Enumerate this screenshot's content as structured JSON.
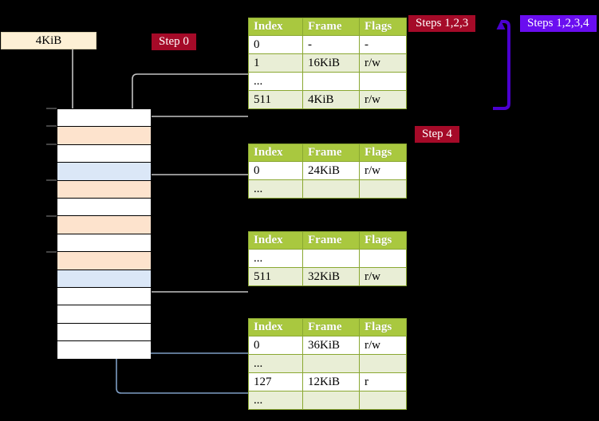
{
  "labels": {
    "size_box": "4KiB",
    "step0": "Step 0",
    "steps123": "Steps 1,2,3",
    "steps1234": "Steps 1,2,3,4",
    "step4": "Step 4"
  },
  "colors": {
    "header_green": "#a9c83f",
    "row_alt_green": "#e9eed6",
    "highlight_yellow": "#ffff9e",
    "badge_red": "#a50a28",
    "badge_purple": "#6a0df0",
    "mem_orange": "#fde3cd",
    "mem_blue": "#dbe7f7",
    "arrow_gray": "#bdbdbd",
    "arrow_blue": "#7d9dc4"
  },
  "columns": [
    "Index",
    "Frame",
    "Flags"
  ],
  "tables": [
    {
      "id": "pml4",
      "rows": [
        {
          "index": "0",
          "frame": "-",
          "flags": "-",
          "alt": false,
          "hl": false
        },
        {
          "index": "1",
          "frame": "16KiB",
          "flags": "r/w",
          "alt": true,
          "hl": false
        },
        {
          "index": "...",
          "frame": "",
          "flags": "",
          "alt": false,
          "hl": false
        },
        {
          "index": "511",
          "frame": "4KiB",
          "flags": "r/w",
          "alt": true,
          "hl": true
        }
      ]
    },
    {
      "id": "pdpt",
      "rows": [
        {
          "index": "0",
          "frame": "24KiB",
          "flags": "r/w",
          "alt": false,
          "hl": false
        },
        {
          "index": "...",
          "frame": "",
          "flags": "",
          "alt": true,
          "hl": false
        }
      ]
    },
    {
      "id": "pd",
      "rows": [
        {
          "index": "...",
          "frame": "",
          "flags": "",
          "alt": false,
          "hl": false
        },
        {
          "index": "511",
          "frame": "32KiB",
          "flags": "r/w",
          "alt": true,
          "hl": false
        }
      ]
    },
    {
      "id": "pt",
      "rows": [
        {
          "index": "0",
          "frame": "36KiB",
          "flags": "r/w",
          "alt": false,
          "hl": false
        },
        {
          "index": "...",
          "frame": "",
          "flags": "",
          "alt": true,
          "hl": false
        },
        {
          "index": "127",
          "frame": "12KiB",
          "flags": "r",
          "alt": false,
          "hl": false
        },
        {
          "index": "...",
          "frame": "",
          "flags": "",
          "alt": true,
          "hl": false
        }
      ]
    }
  ],
  "memory_rows": [
    {
      "fill": "white"
    },
    {
      "fill": "orange"
    },
    {
      "fill": "white"
    },
    {
      "fill": "blue"
    },
    {
      "fill": "orange"
    },
    {
      "fill": "white"
    },
    {
      "fill": "orange"
    },
    {
      "fill": "white"
    },
    {
      "fill": "orange"
    },
    {
      "fill": "blue"
    },
    {
      "fill": "white"
    },
    {
      "fill": "white"
    },
    {
      "fill": "white"
    },
    {
      "fill": "white"
    }
  ]
}
